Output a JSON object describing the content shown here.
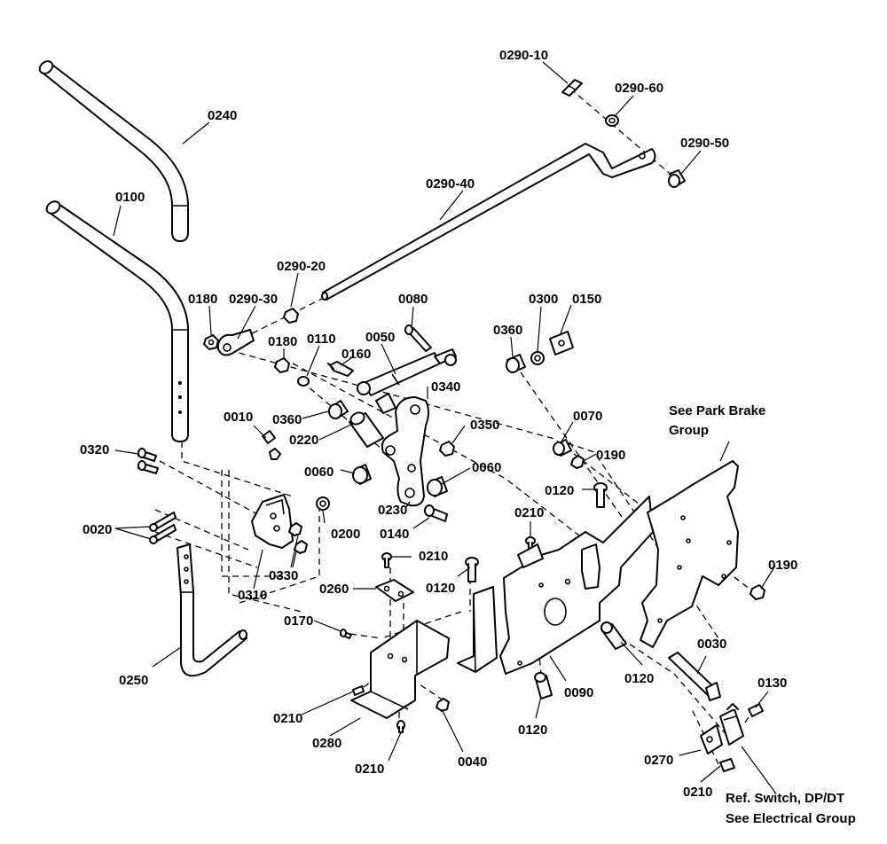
{
  "labels": {
    "p0290_10": "0290-10",
    "p0290_60": "0290-60",
    "p0290_50": "0290-50",
    "p0240": "0240",
    "p0290_40": "0290-40",
    "p0100": "0100",
    "p0290_20": "0290-20",
    "p0180a": "0180",
    "p0290_30": "0290-30",
    "p0080": "0080",
    "p0300": "0300",
    "p0150": "0150",
    "p0360a": "0360",
    "p0180b": "0180",
    "p0110": "0110",
    "p0050": "0050",
    "p0160": "0160",
    "p0340": "0340",
    "p0010": "0010",
    "p0360b": "0360",
    "p0220": "0220",
    "p0350": "0350",
    "p0070": "0070",
    "p0190a": "0190",
    "p0320": "0320",
    "p0060a": "0060",
    "p0060b": "0060",
    "p0120a": "0120",
    "p0230": "0230",
    "p0020": "0020",
    "p0200": "0200",
    "p0140": "0140",
    "p0210a": "0210",
    "p0210b": "0210",
    "p0190b": "0190",
    "p0330": "0330",
    "p0120b": "0120",
    "p0260": "0260",
    "p0310": "0310",
    "p0170": "0170",
    "p0030": "0030",
    "p0250": "0250",
    "p0120c": "0120",
    "p0090": "0090",
    "p0130": "0130",
    "p0210c": "0210",
    "p0120d": "0120",
    "p0280": "0280",
    "p0040": "0040",
    "p0270": "0270",
    "p0210d": "0210",
    "p0210e": "0210"
  },
  "notes": {
    "park_brake_1": "See Park Brake",
    "park_brake_2": "Group",
    "ref_switch_1": "Ref. Switch, DP/DT",
    "ref_switch_2": "See Electrical Group"
  }
}
